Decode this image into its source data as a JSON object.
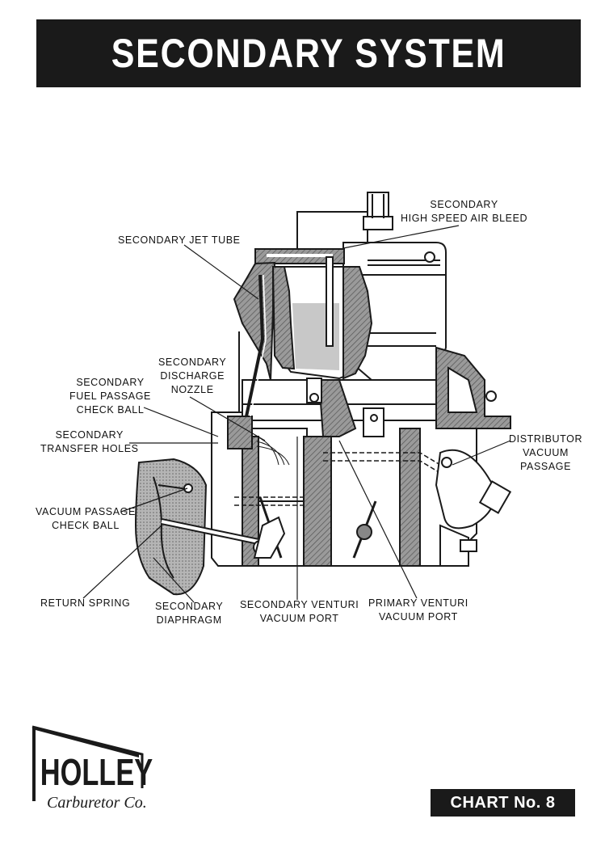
{
  "title": "SECONDARY SYSTEM",
  "labels": {
    "secondary_high_speed_air_bleed": [
      "SECONDARY",
      "HIGH SPEED AIR BLEED"
    ],
    "secondary_jet_tube": [
      "SECONDARY JET TUBE"
    ],
    "secondary_discharge_nozzle": [
      "SECONDARY",
      "DISCHARGE",
      "NOZZLE"
    ],
    "secondary_fuel_passage_check_ball": [
      "SECONDARY",
      "FUEL PASSAGE",
      "CHECK BALL"
    ],
    "secondary_transfer_holes": [
      "SECONDARY",
      "TRANSFER HOLES"
    ],
    "distributor_vacuum_passage": [
      "DISTRIBUTOR",
      "VACUUM",
      "PASSAGE"
    ],
    "vacuum_passage_check_ball": [
      "VACUUM PASSAGE",
      "CHECK BALL"
    ],
    "return_spring": [
      "RETURN SPRING"
    ],
    "secondary_diaphragm": [
      "SECONDARY",
      "DIAPHRAGM"
    ],
    "secondary_venturi_vacuum_port": [
      "SECONDARY VENTURI",
      "VACUUM PORT"
    ],
    "primary_venturi_vacuum_port": [
      "PRIMARY VENTURI",
      "VACUUM PORT"
    ]
  },
  "logo": {
    "brand": "HOLLEY",
    "script": "Carburetor Co."
  },
  "chart_number": "CHART No. 8",
  "colors": {
    "ink": "#1a1a1a",
    "fuel": "#c8c8c8",
    "hatch": "#777777",
    "paper": "#ffffff"
  }
}
